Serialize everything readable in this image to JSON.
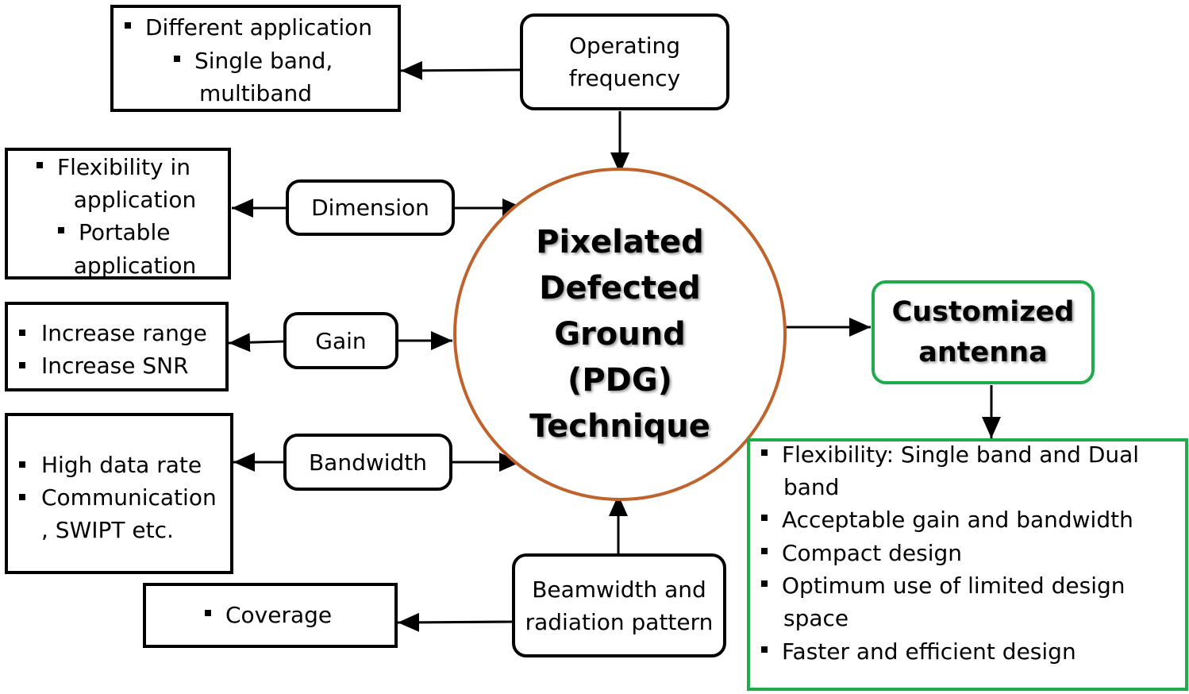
{
  "center": {
    "lines": [
      "Pixelated",
      "Defected",
      "Ground",
      "(PDG)",
      "Technique"
    ],
    "border_color": "#c0622b"
  },
  "nodes": {
    "operating_frequency": "Operating frequency",
    "dimension": "Dimension",
    "gain": "Gain",
    "bandwidth": "Bandwidth",
    "beamwidth": "Beamwidth and radiation pattern",
    "customized_antenna": "Customized antenna"
  },
  "outcomes": {
    "operating_frequency": [
      "Different application",
      "Single band,",
      "multiband"
    ],
    "dimension": [
      "Flexibility in",
      "application",
      "Portable",
      "application"
    ],
    "gain": [
      "Increase range",
      "Increase SNR"
    ],
    "bandwidth": [
      "High data rate",
      "Communication",
      ", SWIPT etc."
    ],
    "beamwidth": [
      "Coverage"
    ]
  },
  "antenna_benefits": [
    "Flexibility: Single band and Dual",
    "band",
    "Acceptable gain and bandwidth",
    "Compact design",
    "Optimum use of limited design",
    "space",
    "Faster and efficient design"
  ],
  "colors": {
    "green": "#1faa4b",
    "stroke": "#000000"
  }
}
